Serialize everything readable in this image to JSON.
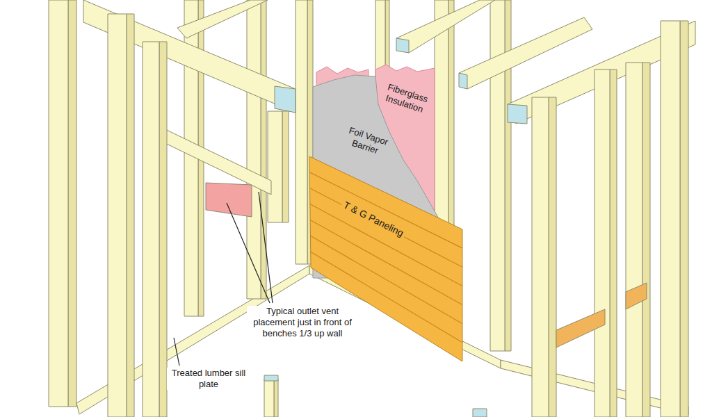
{
  "diagram": {
    "nodes": [
      {
        "text": [
          "Fiberglass Insulation"
        ]
      },
      {
        "text": [
          "Foil Vapor Barrier"
        ]
      },
      {
        "text": [
          "T & G Paneling"
        ]
      }
    ],
    "labels": [
      "Typical outlet vent placement just in front of benches 1/3 up wall",
      "Treated lumber sill plate"
    ]
  }
}
